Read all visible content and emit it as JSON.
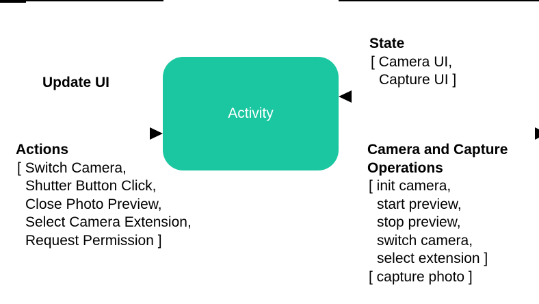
{
  "colors": {
    "node_fill": "#1BC7A1",
    "node_text": "#FFFFFF",
    "line": "#000000",
    "text": "#000000"
  },
  "node": {
    "label": "Activity"
  },
  "left": {
    "update_ui": {
      "title": "Update UI"
    },
    "actions": {
      "title": "Actions",
      "lines": [
        "[ Switch Camera,",
        "Shutter Button Click,",
        "Close Photo Preview,",
        "Select Camera Extension,",
        "Request Permission ]"
      ]
    }
  },
  "right": {
    "state": {
      "title": "State",
      "lines": [
        "[ Camera UI,",
        "Capture UI ]"
      ]
    },
    "camera_ops": {
      "title_line1": "Camera and Capture",
      "title_line2": "Operations",
      "lines": [
        "[ init camera,",
        "start preview,",
        "stop preview,",
        "switch camera,",
        "select extension ]",
        "[ capture photo ]"
      ]
    }
  }
}
